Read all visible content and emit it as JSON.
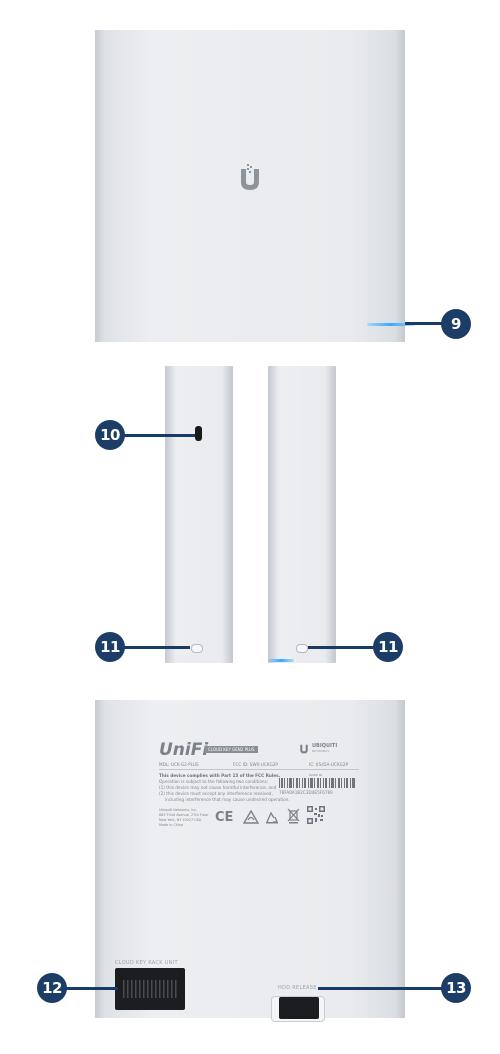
{
  "callouts": {
    "c9": "9",
    "c10": "10",
    "c11a": "11",
    "c11b": "11",
    "c12": "12",
    "c13": "13"
  },
  "label": {
    "brand": "UniFi",
    "model_badge": "CLOUD KEY GEN2 PLUS",
    "ubnt": "UBIQUITI",
    "ubnt_sub": "NETWORKS",
    "model_line": "MDL: UCK-G2-PLUS",
    "fcc_line": "FCC ID: SWX-UCKG2P",
    "ic_line": "IC: 6545A-UCKG2P",
    "fcc_notice_title": "This device complies with Part 15 of the FCC Rules.",
    "fcc_notice_body": "Operation is subject to the following two conditions:",
    "fcc_notice_1": "(1) this device may not cause harmful interference, and",
    "fcc_notice_2": "(2) this device must accept any interference received,",
    "fcc_notice_3": "including interference that may cause undesired operation.",
    "mac_small": "MADE IN",
    "serial_line": "78FA0A1B2C3D4E5F6789",
    "company_1": "Ubiquiti Networks, Inc.",
    "company_2": "685 Third Avenue, 27th Floor",
    "company_3": "New York, NY 10017 USA",
    "company_4": "Made in China",
    "ce_mark": "CE",
    "rack_label": "CLOUD KEY RACK UNIT",
    "hdd_label": "HDD RELEASE"
  },
  "colors": {
    "callout_bg": "#1c3d66",
    "led_blue": "#3aa9ff",
    "device_body": "#e9ebee"
  },
  "icons": {
    "logo": "ubiquiti-u-logo",
    "slot": "usb-c-port",
    "pill": "button-indicator",
    "rack": "rack-latch",
    "hdd": "hdd-release-latch"
  }
}
